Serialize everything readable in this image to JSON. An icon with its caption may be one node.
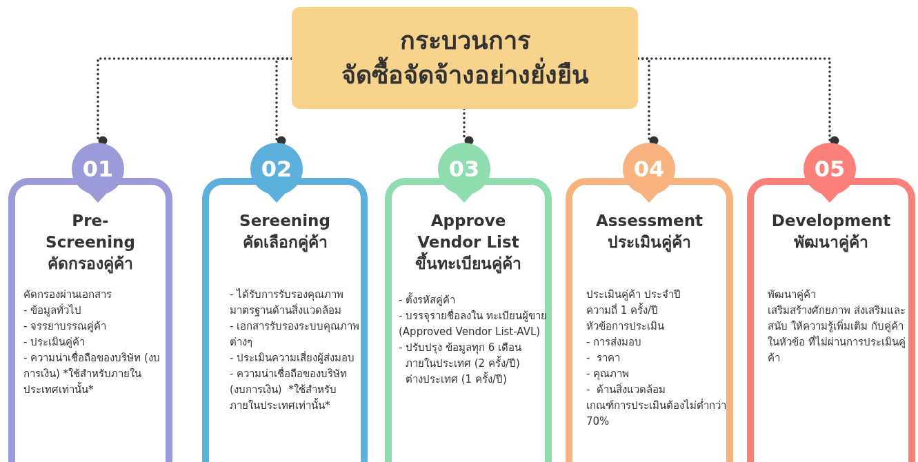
{
  "diagram": {
    "nodes": [
      {
        "text": [
          "กระบวนการ",
          "จัดซื้อจัดจ้างอย่างยั่งยืน"
        ]
      },
      {
        "text": [
          "01"
        ]
      },
      {
        "text": [
          "Pre-Screening",
          "คัดกรองคู่ค้า",
          "คัดกรองผ่านเอกสาร",
          "- ข้อมูลทั่วไป",
          "- จรรยาบรรณคู่ค้า",
          "- ประเมินคู่ค้า",
          "- ความน่าเชื่อถือของบริษัท (งบการเงิน) *ใช้สำหรับภายในประเทศเท่านั้น*"
        ]
      },
      {
        "text": [
          "02"
        ]
      },
      {
        "text": [
          "Sereening",
          "คัดเลือกคู่ค้า",
          "- ได้รับการรับรองคุณภาพมาตรฐานด้านสิ่งแวดล้อม",
          "- เอกสารรับรองระบบคุณภาพต่างๆ",
          "- ประเมินความเสี่ยงผู้ส่งมอบ",
          "- ความน่าเชื่อถือของบริษัท (งบการเงิน)  *ใช้สำหรับภายในประเทศเท่านั้น*"
        ]
      },
      {
        "text": [
          "03"
        ]
      },
      {
        "text": [
          "Approve Vendor List",
          "ขึ้นทะเบียนคู่ค้า",
          "- ตั้งรหัสคู่ค้า",
          "- บรรจุรายชื่อลงใน ทะเบียนผู้ขาย (Approved Vendor List-AVL)",
          "- ปรับปรุง ข้อมูลทุก 6 เดือน",
          "ภายในประเทศ (2 ครั้ง/ปี)",
          "ต่างประเทศ (1 ครั้ง/ปี)"
        ]
      },
      {
        "text": [
          "04"
        ]
      },
      {
        "text": [
          "Assessment",
          "ประเมินคู่ค้า",
          "ประเมินคู่ค้า ประจำปี",
          "ความถี่ 1 ครั้ง/ปี",
          "หัวข้อการประเมิน",
          "- การส่งมอบ",
          "-  ราคา",
          "- คุณภาพ",
          "-  ด้านสิ่งแวดล้อม",
          "เกณฑ์การประเมินต้องไม่ต่ำกว่า 70%"
        ]
      },
      {
        "text": [
          "05"
        ]
      },
      {
        "text": [
          "Development",
          "พัฒนาคู่ค้า",
          "พัฒนาคู่ค้า",
          "เสริมสร้างศักยภาพ ส่งเสริมและสนับ ให้ความรู้เพิ่มเติม กับคู่ค้า ในหัวข้อ ที่ไม่ผ่านการประเมินคู่ค้า"
        ]
      }
    ],
    "edges": [
      {
        "from": 0,
        "to": 1,
        "arrow": "other",
        "style": "dashed"
      },
      {
        "from": 0,
        "to": 3,
        "arrow": "other",
        "style": "dashed"
      },
      {
        "from": 0,
        "to": 5,
        "arrow": "other",
        "style": "dashed"
      },
      {
        "from": 0,
        "to": 7,
        "arrow": "other",
        "style": "dashed"
      },
      {
        "from": 0,
        "to": 9,
        "arrow": "other",
        "style": "dashed"
      }
    ]
  }
}
